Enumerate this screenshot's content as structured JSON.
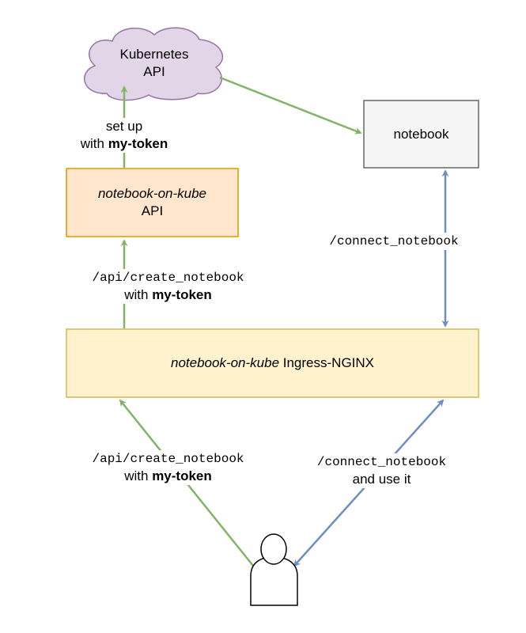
{
  "nodes": {
    "kubernetes_api": {
      "line1": "Kubernetes",
      "line2": "API"
    },
    "notebook": {
      "label": "notebook"
    },
    "nok_api": {
      "italic": "notebook-on-kube",
      "line2": "API"
    },
    "ingress": {
      "italic": "notebook-on-kube",
      "rest": " Ingress-NGINX"
    }
  },
  "edges": {
    "setup": {
      "line1": "set up",
      "with": "with ",
      "token": "my-token"
    },
    "api_to_nok": {
      "path": "/api/create_notebook",
      "with": "with ",
      "token": "my-token"
    },
    "user_to_ingress_create": {
      "path": "/api/create_notebook",
      "with": "with ",
      "token": "my-token"
    },
    "connect_notebook_right": {
      "path": "/connect_notebook"
    },
    "user_connect": {
      "path": "/connect_notebook",
      "line2": "and use it"
    }
  },
  "colors": {
    "green": "#82b366",
    "blue": "#6c8ebf",
    "cloud_fill": "#e1d5e7",
    "cloud_stroke": "#9673a6",
    "notebook_fill": "#f5f5f5",
    "notebook_stroke": "#666666",
    "api_fill": "#ffe6cc",
    "api_stroke": "#d79b00",
    "ingress_fill": "#fff2cc",
    "ingress_stroke": "#d6b656"
  },
  "icons": {
    "user": "user-icon",
    "cloud": "cloud-shape"
  }
}
